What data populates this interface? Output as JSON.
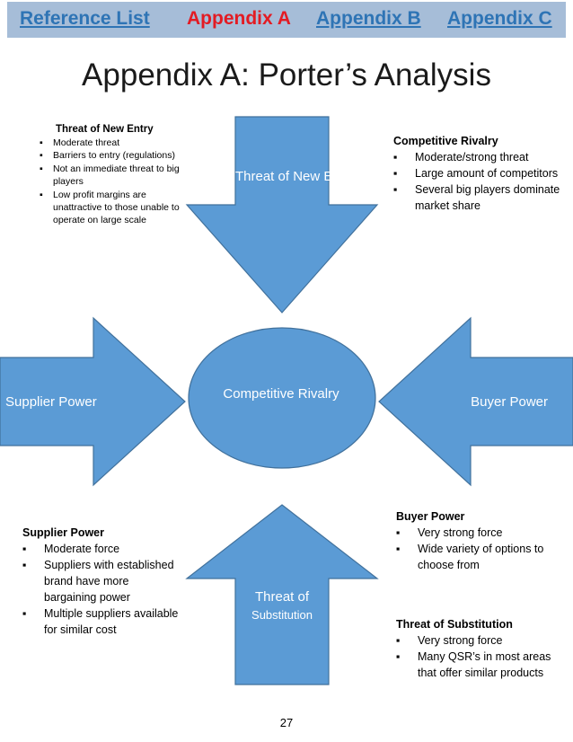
{
  "nav": {
    "reference_list": "Reference List",
    "appendix_a": "Appendix A",
    "appendix_b": "Appendix B",
    "appendix_c": "Appendix C",
    "bar_color": "#a6bdd8",
    "link_color": "#2e74b5",
    "active_color": "#e31b23"
  },
  "page_title": "Appendix A: Porter’s Analysis",
  "diagram": {
    "shape_color": "#5b9bd5",
    "outline_color": "#41719c",
    "shapes": {
      "new_entry": "Threat of New Entry",
      "center": "Competitive Rivalry",
      "supplier": "Supplier Power",
      "buyer": "Buyer Power",
      "substitution_line1": "Threat of",
      "substitution_line2": "Substitution"
    }
  },
  "bullet_glyph": "▪",
  "boxes": {
    "new_entry": {
      "title": "Threat of New Entry",
      "items": [
        "Moderate threat",
        "Barriers to entry (regulations)",
        "Not an immediate threat to big players",
        "Low profit margins are unattractive to those unable to operate on large scale"
      ]
    },
    "rivalry": {
      "title": "Competitive Rivalry",
      "items": [
        "Moderate/strong threat",
        "Large amount of competitors",
        "Several big players dominate market share"
      ]
    },
    "supplier": {
      "title": "Supplier Power",
      "items": [
        "Moderate force",
        "Suppliers with established brand have more bargaining power",
        "Multiple suppliers available for similar cost"
      ]
    },
    "buyer": {
      "title": "Buyer Power",
      "items": [
        "Very strong force",
        "Wide variety of options to choose from"
      ]
    },
    "substitution": {
      "title": "Threat of Substitution",
      "items": [
        "Very strong force",
        "Many QSR’s in most areas that offer similar products"
      ]
    }
  },
  "page_number": "27"
}
